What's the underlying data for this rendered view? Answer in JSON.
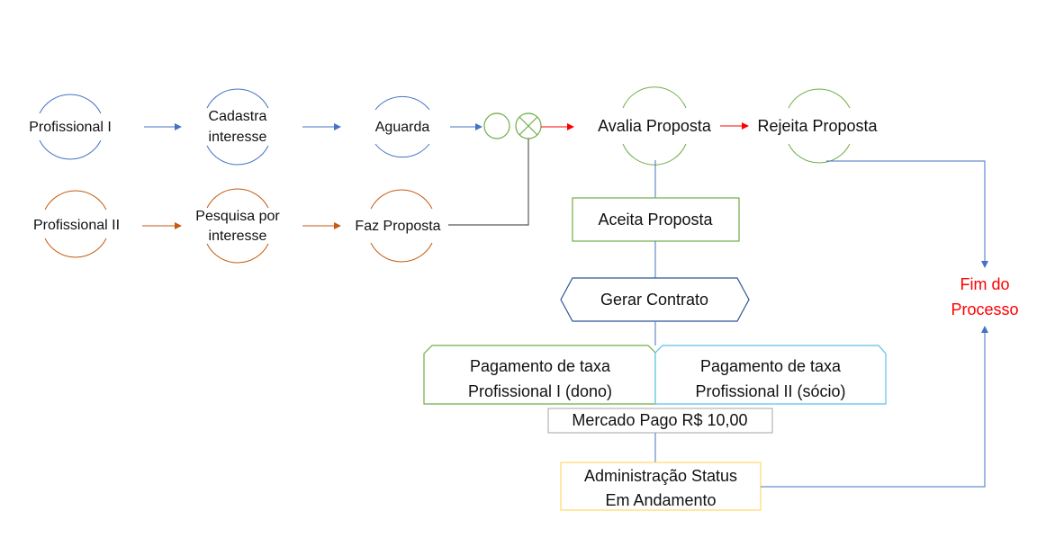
{
  "colors": {
    "blue": "#4472c4",
    "orange": "#c55a11",
    "green": "#70ad47",
    "red": "#ff0000",
    "gray": "#595959",
    "cyan": "#5bc0eb",
    "yellow": "#ffd966",
    "dark_blue": "#2f5597",
    "box_gray": "#a6a6a6"
  },
  "row1": {
    "profissional_1": "Profissional I",
    "cadastra_line1": "Cadastra",
    "cadastra_line2": "interesse",
    "aguarda": "Aguarda"
  },
  "row2": {
    "profissional_2": "Profissional II",
    "pesquisa_line1": "Pesquisa por",
    "pesquisa_line2": "interesse",
    "faz_proposta": "Faz Proposta"
  },
  "decision": {
    "avalia": "Avalia Proposta",
    "rejeita": "Rejeita Proposta",
    "aceita": "Aceita Proposta"
  },
  "contract": {
    "gerar": "Gerar Contrato",
    "pag_1_line1": "Pagamento de taxa",
    "pag_1_line2": "Profissional I (dono)",
    "pag_2_line1": "Pagamento de taxa",
    "pag_2_line2": "Profissional II (sócio)",
    "mercado_pago": "Mercado Pago R$ 10,00",
    "admin_line1": "Administração Status",
    "admin_line2": "Em Andamento"
  },
  "end": {
    "line1": "Fim do",
    "line2": "Processo"
  }
}
